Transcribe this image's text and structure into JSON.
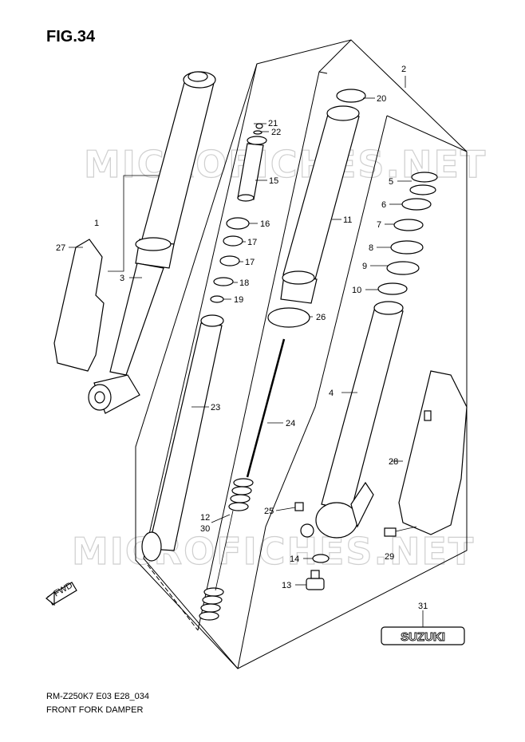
{
  "figure": {
    "title": "FIG.34",
    "model_code": "RM-Z250K7 E03 E28_034",
    "name": "FRONT FORK DAMPER",
    "watermark": "MICROFICHES.NET",
    "direction_label": "FWD",
    "brand_badge": "SUZUKI"
  },
  "callouts": {
    "c1": "1",
    "c2": "2",
    "c3": "3",
    "c4": "4",
    "c5": "5",
    "c6": "6",
    "c7": "7",
    "c8": "8",
    "c9": "9",
    "c10": "10",
    "c11": "11",
    "c12": "12",
    "c13": "13",
    "c14": "14",
    "c15": "15",
    "c16": "16",
    "c17a": "17",
    "c17b": "17",
    "c18": "18",
    "c19": "19",
    "c20": "20",
    "c21": "21",
    "c22": "22",
    "c23": "23",
    "c24": "24",
    "c25": "25",
    "c26": "26",
    "c27": "27",
    "c28": "28",
    "c29": "29",
    "c30": "30",
    "c31": "31"
  }
}
